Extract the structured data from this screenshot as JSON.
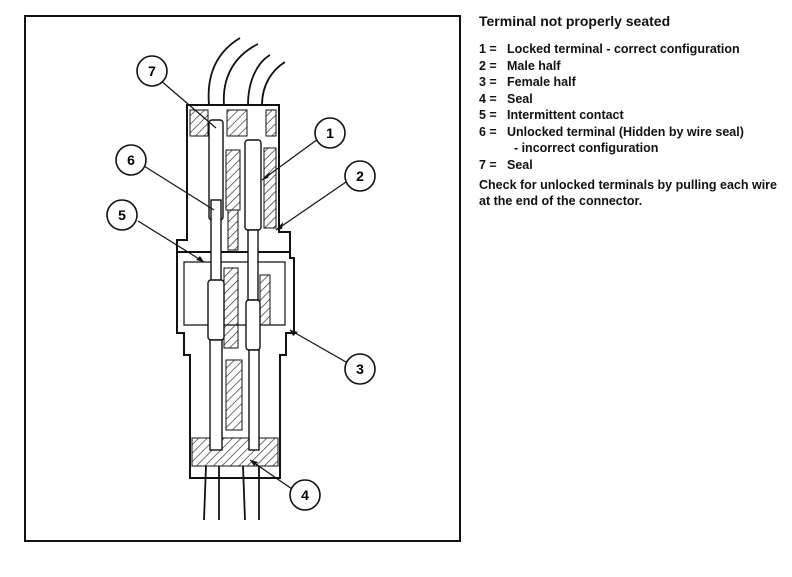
{
  "legend": {
    "title": "Terminal not properly seated",
    "items": [
      {
        "num": "1 =",
        "lines": [
          "Locked terminal - correct configuration"
        ]
      },
      {
        "num": "2 =",
        "lines": [
          "Male half"
        ]
      },
      {
        "num": "3 =",
        "lines": [
          "Female half"
        ]
      },
      {
        "num": "4 =",
        "lines": [
          "Seal"
        ]
      },
      {
        "num": "5 =",
        "lines": [
          "Intermittent contact"
        ]
      },
      {
        "num": "6 =",
        "lines": [
          "Unlocked terminal (Hidden by wire seal)",
          "  - incorrect configuration"
        ]
      },
      {
        "num": "7 =",
        "lines": [
          "Seal"
        ]
      }
    ],
    "note": "Check for unlocked terminals by pulling each wire at the end of the connector."
  },
  "callouts": [
    "1",
    "2",
    "3",
    "4",
    "5",
    "6",
    "7"
  ]
}
